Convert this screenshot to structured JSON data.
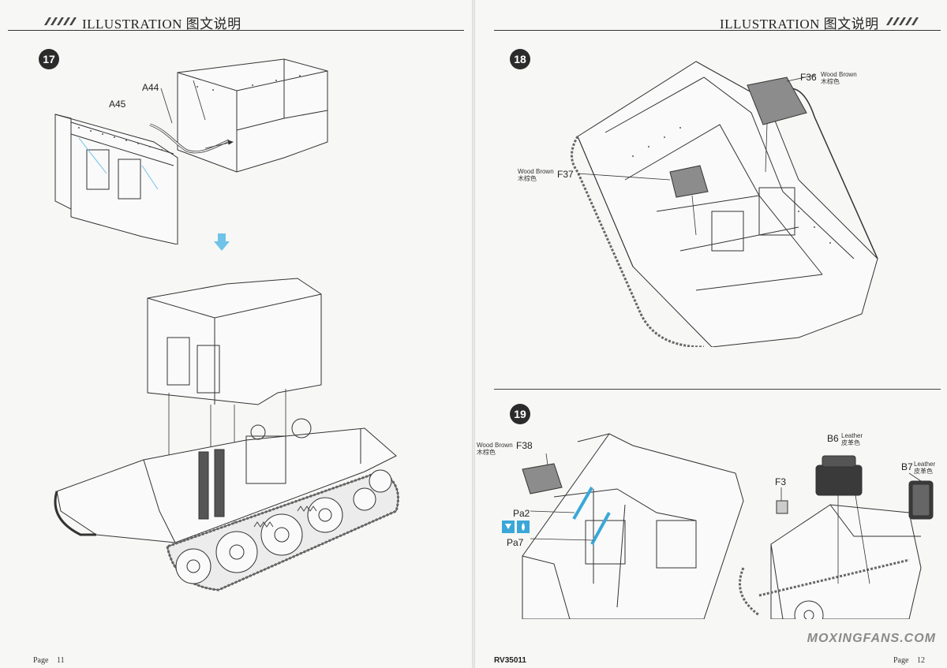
{
  "header": {
    "left_title": "ILLUSTRATION   图文说明",
    "right_title": "ILLUSTRATION   图文说明"
  },
  "steps": {
    "step17": {
      "number": "17",
      "labels": {
        "a44": "A44",
        "a45": "A45"
      }
    },
    "step18": {
      "number": "18",
      "f36": {
        "part": "F36",
        "color_en": "Wood Brown",
        "color_cn": "木棕色"
      },
      "f37": {
        "part": "F37",
        "color_en": "Wood Brown",
        "color_cn": "木棕色"
      }
    },
    "step19": {
      "number": "19",
      "f38": {
        "part": "F38",
        "color_en": "Wood Brown",
        "color_cn": "木棕色"
      },
      "b6": {
        "part": "B6",
        "color_en": "Leather",
        "color_cn": "皮革色"
      },
      "b7": {
        "part": "B7",
        "color_en": "Leather",
        "color_cn": "皮革色"
      },
      "f3": "F3",
      "pa2": "Pa2",
      "pa7": "Pa7"
    }
  },
  "footer": {
    "left_page_label": "Page",
    "left_page_number": "11",
    "product_code": "RV35011",
    "right_page_label": "Page",
    "right_page_number": "12"
  },
  "watermark": "MOXINGFANS.COM",
  "colors": {
    "ink": "#222222",
    "arrow_blue": "#6fc3e8",
    "part_gray": "#8c8c8c",
    "leather": "#3a3a3a",
    "badge": "#2b2b2b"
  }
}
